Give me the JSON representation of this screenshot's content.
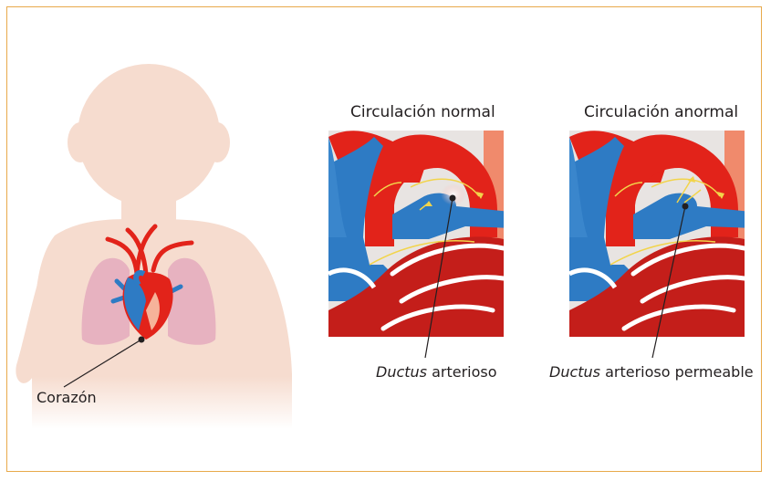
{
  "labels": {
    "heart": "Corazón",
    "normal_title": "Circulación normal",
    "abnormal_title": "Circulación anormal",
    "ductus_italic": "Ductus",
    "normal_caption_rest": " arterioso",
    "abnormal_caption_rest": " arterioso permeable"
  },
  "colors": {
    "frame": "#e8a94b",
    "skin": "#f6dccf",
    "artery_red": "#e2231a",
    "vein_blue": "#2e7bc4",
    "lung_pink": "#e7b2c0",
    "flow_arrow": "#f2d44a"
  }
}
